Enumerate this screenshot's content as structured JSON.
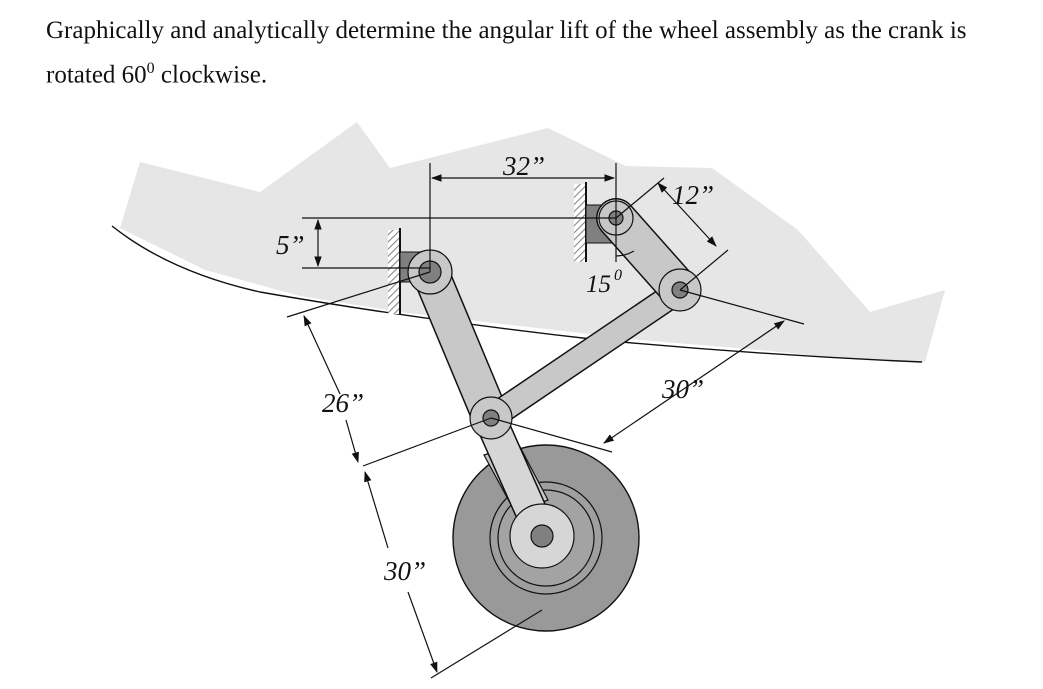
{
  "problem": {
    "text_before": "Graphically and analytically determine the angular lift of the wheel assembly as the crank is rotated 60",
    "superscript": "0",
    "text_after": " clockwise."
  },
  "diagram": {
    "dimensions": {
      "pivot_spacing": "32”",
      "pivot_offset": "5”",
      "crank_length": "12”",
      "link_length": "30”",
      "upper_arm_length": "26”",
      "wheel_arm_length": "30”"
    },
    "crank_angle": {
      "value": "15",
      "sup": "0"
    },
    "colors": {
      "fuselage": "#e6e6e6",
      "link": "#c8c8c8",
      "pivot": "#808080",
      "wheel_tire": "#999999",
      "wheel_hub": "#d6d6d6"
    }
  }
}
